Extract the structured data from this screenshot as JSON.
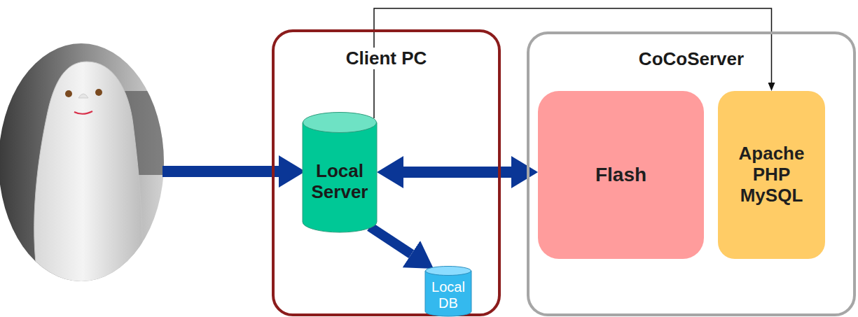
{
  "diagram": {
    "nodes": [
      {
        "text": [
          "Client PC"
        ]
      },
      {
        "text": [
          "Local Server"
        ],
        "in": 0
      },
      {
        "text": [
          "Local DB"
        ],
        "in": 0
      },
      {
        "text": [
          "CoCoServer"
        ]
      },
      {
        "text": [
          "Flash"
        ],
        "in": 3
      },
      {
        "text": [
          "Apache PHP MySQL"
        ],
        "in": 3
      }
    ],
    "edges": [
      {
        "from": 1,
        "to": 4,
        "arrow": "both"
      },
      {
        "from": 1,
        "to": 2,
        "arrow": "to"
      },
      {
        "from": 1,
        "to": 5,
        "arrow": "to"
      }
    ]
  }
}
